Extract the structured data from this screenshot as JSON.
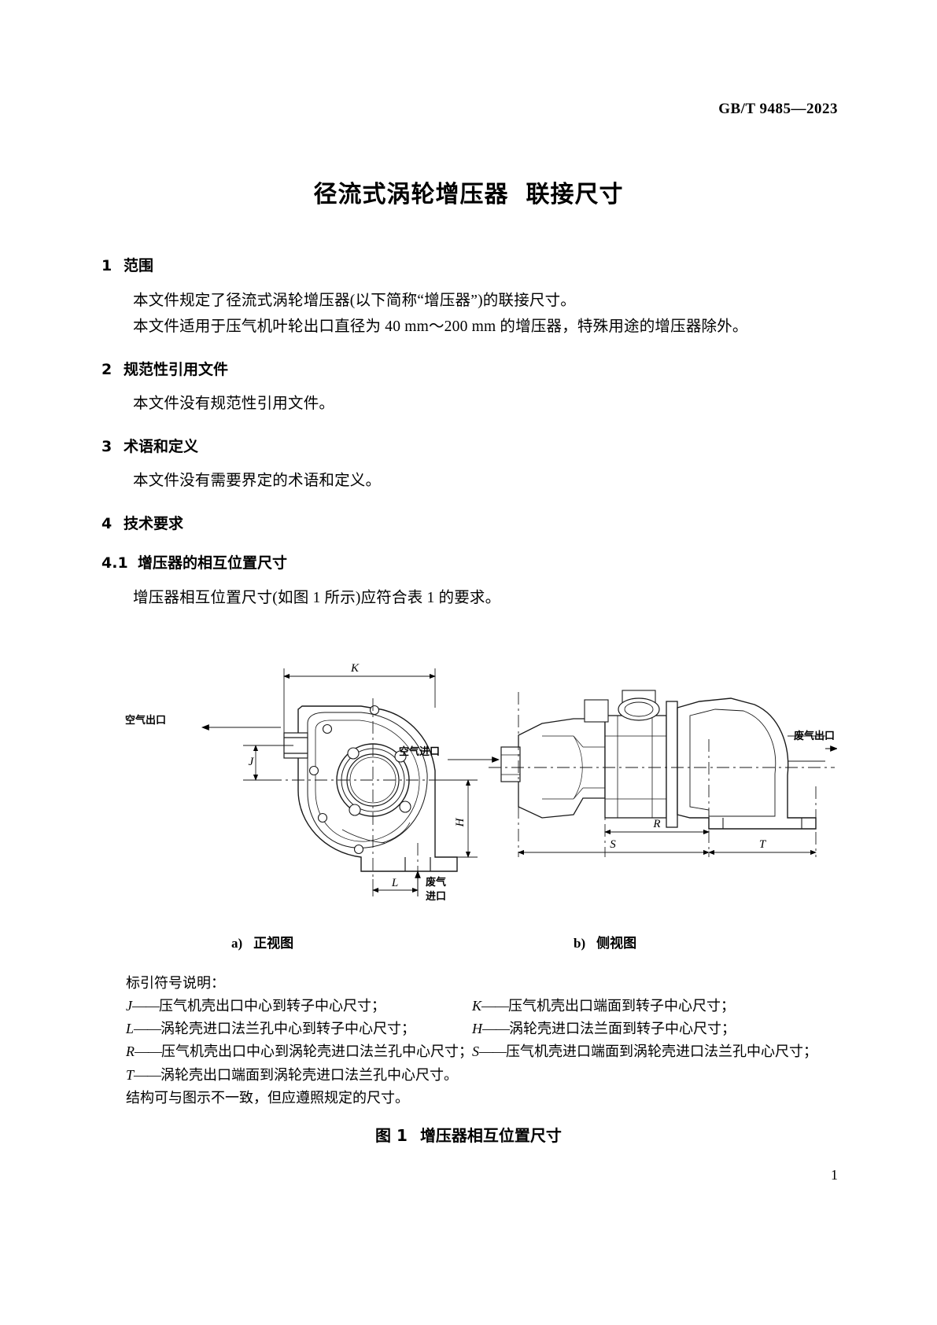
{
  "header": {
    "standard_number": "GB/T 9485—2023"
  },
  "title": {
    "part1": "径流式涡轮增压器",
    "part2": "联接尺寸"
  },
  "sections": [
    {
      "num": "1",
      "heading": "范围",
      "paragraphs": [
        "本文件规定了径流式涡轮增压器(以下简称“增压器”)的联接尺寸。",
        "本文件适用于压气机叶轮出口直径为 40 mm～200 mm 的增压器，特殊用途的增压器除外。"
      ]
    },
    {
      "num": "2",
      "heading": "规范性引用文件",
      "paragraphs": [
        "本文件没有规范性引用文件。"
      ]
    },
    {
      "num": "3",
      "heading": "术语和定义",
      "paragraphs": [
        "本文件没有需要界定的术语和定义。"
      ]
    },
    {
      "num": "4",
      "heading": "技术要求",
      "paragraphs": []
    }
  ],
  "subsection": {
    "num": "4.1",
    "heading": "增压器的相互位置尺寸",
    "paragraph": "增压器相互位置尺寸(如图 1 所示)应符合表 1 的要求。"
  },
  "figure": {
    "sub_caption_a_label": "a)",
    "sub_caption_a_text": "正视图",
    "sub_caption_b_label": "b)",
    "sub_caption_b_text": "侧视图",
    "number_label": "图 1",
    "number_text": "增压器相互位置尺寸",
    "callouts": {
      "air_outlet": "空气出口",
      "exhaust_inlet_line1": "废气",
      "exhaust_inlet_line2": "进口",
      "air_inlet": "空气进口",
      "exhaust_outlet": "废气出口"
    },
    "dimension_symbols": {
      "K": "K",
      "J": "J",
      "H": "H",
      "L": "L",
      "R": "R",
      "S": "S",
      "T": "T"
    }
  },
  "legend": {
    "title": "标引符号说明：",
    "left": [
      {
        "symbol": "J",
        "dash": "——",
        "text": "压气机壳出口中心到转子中心尺寸；"
      },
      {
        "symbol": "L",
        "dash": "——",
        "text": "涡轮壳进口法兰孔中心到转子中心尺寸；"
      },
      {
        "symbol": "R",
        "dash": "——",
        "text": "压气机壳出口中心到涡轮壳进口法兰孔中心尺寸；"
      },
      {
        "symbol": "T",
        "dash": "——",
        "text": "涡轮壳出口端面到涡轮壳进口法兰孔中心尺寸。"
      }
    ],
    "right": [
      {
        "symbol": "K",
        "dash": "——",
        "text": "压气机壳出口端面到转子中心尺寸；"
      },
      {
        "symbol": "H",
        "dash": "——",
        "text": "涡轮壳进口法兰面到转子中心尺寸；"
      },
      {
        "symbol": "S",
        "dash": "——",
        "text": "压气机壳进口端面到涡轮壳进口法兰孔中心尺寸；"
      }
    ],
    "note": "结构可与图示不一致，但应遵照规定的尺寸。"
  },
  "page_number": "1"
}
